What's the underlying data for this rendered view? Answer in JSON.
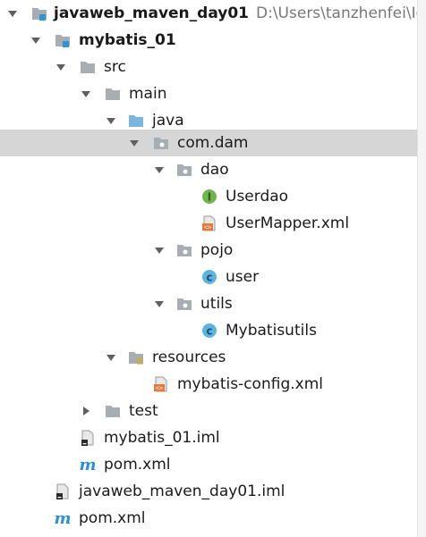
{
  "tree": [
    {
      "label": "javaweb_maven_day01",
      "path": "D:\\Users\\tanzhenfei\\Id",
      "bold": true
    },
    {
      "label": "mybatis_01",
      "bold": true
    },
    {
      "label": "src"
    },
    {
      "label": "main"
    },
    {
      "label": "java"
    },
    {
      "label": "com.dam"
    },
    {
      "label": "dao"
    },
    {
      "label": "Userdao"
    },
    {
      "label": "UserMapper.xml"
    },
    {
      "label": "pojo"
    },
    {
      "label": "user"
    },
    {
      "label": "utils"
    },
    {
      "label": "Mybatisutils"
    },
    {
      "label": "resources"
    },
    {
      "label": "mybatis-config.xml"
    },
    {
      "label": "test"
    },
    {
      "label": "mybatis_01.iml"
    },
    {
      "label": "pom.xml"
    },
    {
      "label": "javaweb_maven_day01.iml"
    },
    {
      "label": "pom.xml"
    }
  ],
  "colors": {
    "selection": "#d6d6d6",
    "folder": "#a8adb1",
    "source_folder": "#7ab6e0",
    "interface_badge": "#6fb550",
    "class_badge": "#5db4de",
    "xml_badge": "#e07b3c",
    "maven_m": "#2d8fd8",
    "module_square": "#2c95d4"
  }
}
